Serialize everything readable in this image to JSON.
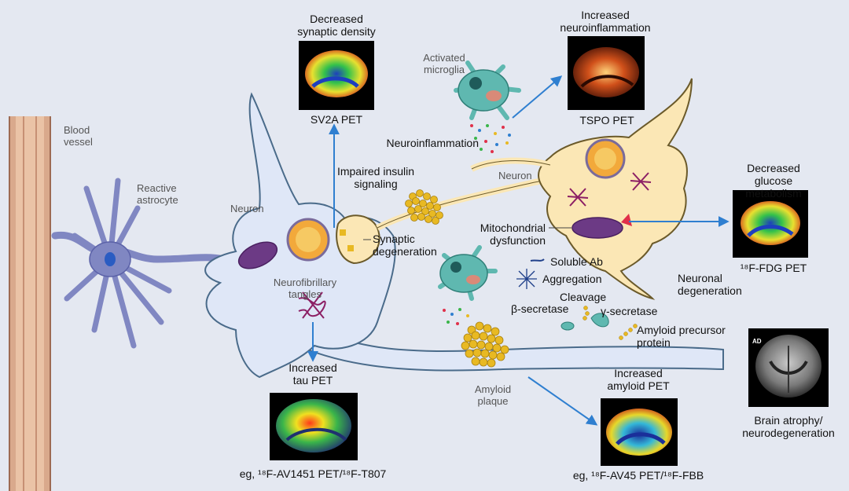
{
  "colors": {
    "background": "#e4e8f1",
    "arrow": "#2f7fd0",
    "neuron_left": "#dfe7f7",
    "neuron_right": "#fbe7b5",
    "amyloid": "#e8b923",
    "tangle": "#8c1f64",
    "mitochondria": "#6c3a85",
    "microglia": "#5fb8b0",
    "astrocyte": "#8087c2",
    "vessel": "#d9a98c"
  },
  "labels": {
    "blood_vessel": "Blood\nvessel",
    "reactive_astrocyte": "Reactive\nastrocyte",
    "neuron_left": "Neuron",
    "neurofibrillary_tangles": "Neurofibrillary\ntangles",
    "decreased_synaptic_density": "Decreased\nsynaptic density",
    "sv2a_pet": "SV2A PET",
    "activated_microglia": "Activated\nmicroglia",
    "neuroinflammation": "Neuroinflammation",
    "increased_neuroinflammation": "Increased\nneuroinflammation",
    "tspo_pet": "TSPO PET",
    "impaired_insulin_signaling": "Impaired insulin\nsignaling",
    "neuron_right": "Neuron",
    "synaptic_degeneration": "Synaptic\ndegeneration",
    "mitochondrial_dysfunction": "Mitochondrial\ndysfunction",
    "decreased_glucose_metabolism": "Decreased\nglucose metabolism",
    "fdg_pet": "¹⁸F-FDG PET",
    "soluble_ab": "Soluble Ab",
    "aggregation": "Aggregation",
    "neuronal_degeneration": "Neuronal\ndegeneration",
    "cleavage": "Cleavage",
    "beta_secretase": "β-secretase",
    "gamma_secretase": "γ-secretase",
    "amyloid_precursor_protein": "Amyloid precursor\nprotein",
    "increased_tau_pet": "Increased\ntau PET",
    "tau_tracers": "eg, ¹⁸F-AV1451 PET/¹⁸F-T807",
    "amyloid_plaque": "Amyloid\nplaque",
    "increased_amyloid_pet": "Increased\namyloid PET",
    "amyloid_tracers": "eg, ¹⁸F-AV45 PET/¹⁸F-FBB",
    "brain_atrophy": "Brain atrophy/\nneurodegeneration",
    "mri_badge": "AD"
  }
}
